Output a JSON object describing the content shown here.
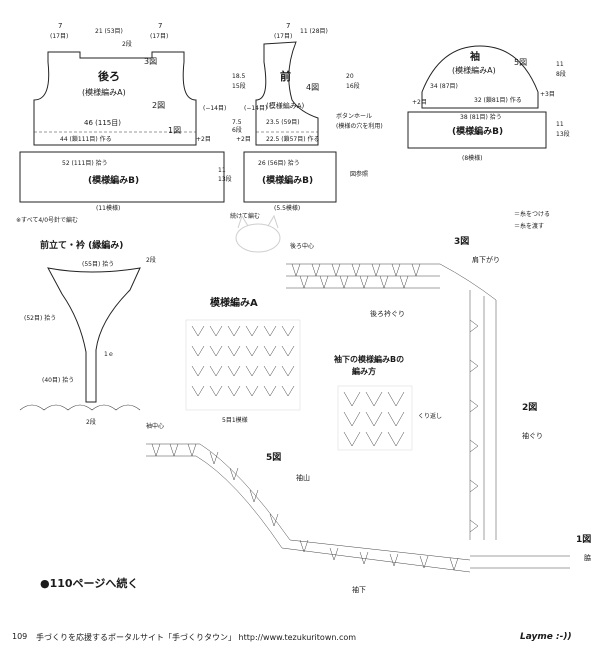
{
  "back": {
    "title": "後ろ",
    "pattern_a": "(模様編みA)",
    "pattern_b": "(模様編みB)",
    "fig3": "3図",
    "fig2": "2図",
    "fig1": "1図",
    "top_w": "21 (53目)",
    "top_left": "7",
    "top_left2": "(17目)",
    "top_right": "7",
    "top_right2": "(17目)",
    "shoulder": "2段",
    "dec": "(−14目)",
    "mid_w": "46 (115目)",
    "low_w": "44 (鎖111目) 作る",
    "plus2": "+2目",
    "b_w": "52 (111目) 拾う",
    "b_bottom": "(11模様)"
  },
  "front": {
    "title": "前",
    "pattern_a": "(模様編みA)",
    "pattern_b": "(模様編みB)",
    "fig4": "4図",
    "top_a": "7",
    "top_b": "11 (28目)",
    "top_c": "(17目)",
    "dec": "(−14目)",
    "mid_w": "23.5 (59目)",
    "low_w": "22.5 (鎖57目) 作る",
    "plus2": "+2目",
    "b_w": "26 (56目) 拾う",
    "b_bottom": "(5.5模様)",
    "note": "続けて編む",
    "h1": "18.5",
    "h1b": "15段",
    "h2": "7.5",
    "h2b": "6段",
    "h3": "20",
    "h3b": "16段",
    "h4": "11",
    "h4b": "13段",
    "side": "ボタンホール",
    "side2": "(模様の穴を利用)",
    "refer": "図参照"
  },
  "sleeve": {
    "title": "袖",
    "pattern_a": "(模様編みA)",
    "pattern_b": "(模様編みB)",
    "fig5": "5図",
    "w1": "34 (87目)",
    "w2": "32 (鎖81目) 作る",
    "plus3": "+3目",
    "plus2": "+2目",
    "w3": "38 (81目) 拾う",
    "bottom": "(8模様)",
    "h1": "11",
    "h1b": "8段",
    "h2": "11",
    "h2b": "13段"
  },
  "note_needle": "※すべて4/0号針で編む",
  "legend": {
    "attach": "＝糸をつける",
    "cut": "＝糸を渡す"
  },
  "collar": {
    "title": "前立て・衿 (縁編み)",
    "pick1": "(55目) 拾う",
    "pick2": "(52目) 拾う",
    "pick3": "(40目) 拾う",
    "rows": "2段",
    "rows2": "1ｅ",
    "rows3": "2段"
  },
  "pattern_a_label": "模様編みA",
  "pattern_a_repeat": "5目1模様",
  "pattern_b_title": "袖下の模様編みBの",
  "pattern_b_title2": "編み方",
  "repeat_note": "くり返し",
  "chart": {
    "back_center": "後ろ中心",
    "fig3": "3図",
    "shoulder_slope": "肩下がり",
    "back_neck": "後ろ衿ぐり",
    "fig2": "2図",
    "armhole": "袖ぐり",
    "fig1": "1図",
    "side_seam": "脇",
    "sleeve_center": "袖中心",
    "fig5": "5図",
    "sleeve_cap": "袖山",
    "under_sleeve": "袖下"
  },
  "continue_note": "●110ページへ続く",
  "footer": {
    "page": "109",
    "portal": "手づくりを応援するポータルサイト「手づくりタウン」 http://www.tezukuritown.com",
    "sign": "Layme :-))"
  }
}
